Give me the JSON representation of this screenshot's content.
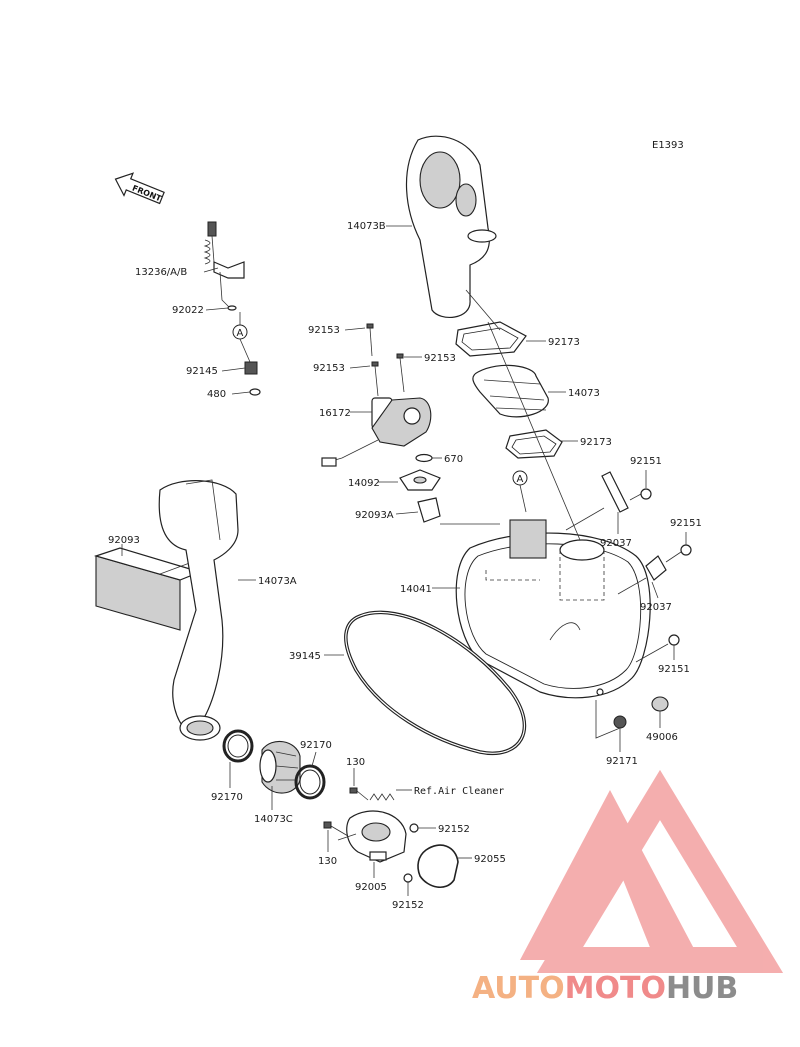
{
  "diagram_code": "E1393",
  "front_label": "FRONT",
  "callout_letter": "A",
  "reference_note": "Ref.Air Cleaner",
  "labels": {
    "p13236": "13236/A/B",
    "p92022": "92022",
    "p92145": "92145",
    "p480": "480",
    "p14073B": "14073B",
    "p92173_upper": "92173",
    "p14073": "14073",
    "p92173_lower": "92173",
    "p92153_a": "92153",
    "p92153_b": "92153",
    "p92153_c": "92153",
    "p16172": "16172",
    "p670": "670",
    "p14092": "14092",
    "p92093A": "92093A",
    "p92151_a": "92151",
    "p92037_a": "92037",
    "p92151_b": "92151",
    "p92037_b": "92037",
    "p14041": "14041",
    "p92093": "92093",
    "p14073A": "14073A",
    "p39145": "39145",
    "p92151_c": "92151",
    "p49006": "49006",
    "p92171": "92171",
    "p92170_a": "92170",
    "p92170_b": "92170",
    "p14073C": "14073C",
    "p130_a": "130",
    "p130_b": "130",
    "p92152_a": "92152",
    "p92152_b": "92152",
    "p92055": "92055",
    "p92005": "92005"
  },
  "watermark": {
    "brand_part1": "AUTO",
    "brand_part2": "MOTO",
    "brand_part3": "HUB",
    "color_orange": "#f4b183",
    "color_red": "#f08a8a",
    "color_grey": "#8c8c8c"
  }
}
